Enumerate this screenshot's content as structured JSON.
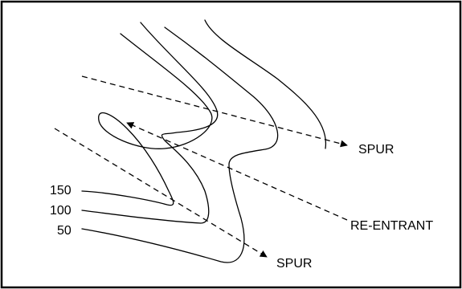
{
  "diagram": {
    "labels": {
      "spur_upper": "SPUR",
      "spur_lower": "SPUR",
      "re_entrant": "RE-ENTRANT"
    },
    "contour_values": [
      "150",
      "100",
      "50"
    ]
  }
}
